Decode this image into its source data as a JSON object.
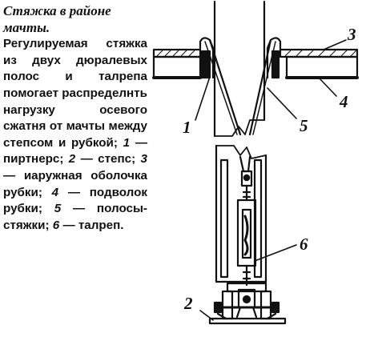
{
  "caption": {
    "title": "Стяжка в райо­не мачты.",
    "body_pre": "Регулируемая стяжка из двух дюралевых полос и талрепа помога­ет распределнть нагрузку осевого сжатня от мачты между степсом и рубкой;",
    "items": [
      {
        "num": "1",
        "text": "— пиртнерс;"
      },
      {
        "num": "2",
        "text": "— степс;"
      },
      {
        "num": "3",
        "text": "— иаружная оболочка рубки;"
      },
      {
        "num": "4",
        "text": "— подволок рубки;"
      },
      {
        "num": "5",
        "text": "— поло­сы-стяжки;"
      },
      {
        "num": "6",
        "text": "— талреп."
      }
    ]
  },
  "labels": {
    "l1": "1",
    "l2": "2",
    "l3": "3",
    "l4": "4",
    "l5": "5",
    "l6": "6"
  }
}
